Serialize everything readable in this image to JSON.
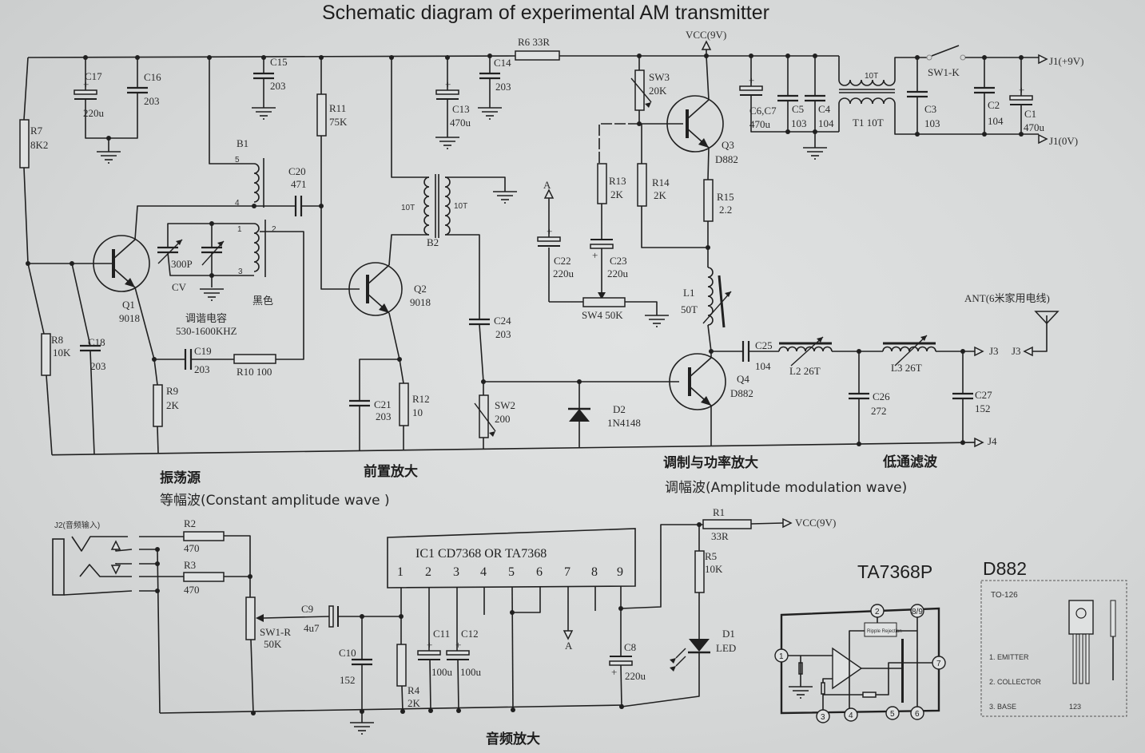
{
  "title": "Schematic diagram of experimental AM transmitter",
  "sections": {
    "oscillator": "振荡源",
    "constant_wave": "等幅波(Constant amplitude wave )",
    "preamp": "前置放大",
    "modulation": "调制与功率放大",
    "am_wave": "调幅波(Amplitude modulation wave)",
    "lowpass": "低通滤波",
    "audio_amp": "音频放大"
  },
  "components": {
    "R7": {
      "ref": "R7",
      "value": "8K2"
    },
    "C17": {
      "ref": "C17",
      "value": "220u"
    },
    "C16": {
      "ref": "C16",
      "value": "203"
    },
    "C15": {
      "ref": "C15",
      "value": "203"
    },
    "R11": {
      "ref": "R11",
      "value": "75K"
    },
    "B1": {
      "ref": "B1",
      "pin5": "5",
      "pin4": "4"
    },
    "C20": {
      "ref": "C20",
      "value": "471"
    },
    "CV": {
      "ref": "CV",
      "value": "300P",
      "note": "调谐电容",
      "range": "530-1600KHZ"
    },
    "OSC_COIL": {
      "pin1": "1",
      "pin2": "2",
      "pin3": "3",
      "color": "黑色"
    },
    "Q1": {
      "ref": "Q1",
      "value": "9018"
    },
    "R8": {
      "ref": "R8",
      "value": "10K"
    },
    "C18": {
      "ref": "C18",
      "value": "203"
    },
    "C19": {
      "ref": "C19",
      "value": "203"
    },
    "R10": {
      "ref": "R10 100"
    },
    "R9": {
      "ref": "R9",
      "value": "2K"
    },
    "C13": {
      "ref": "C13",
      "value": "470u"
    },
    "C14": {
      "ref": "C14",
      "value": "203"
    },
    "R6": {
      "ref": "R6  33R"
    },
    "B2": {
      "ref": "B2",
      "primary": "10T",
      "secondary": "10T"
    },
    "Q2": {
      "ref": "Q2",
      "value": "9018"
    },
    "C24": {
      "ref": "C24",
      "value": "203"
    },
    "C21": {
      "ref": "C21",
      "value": "203"
    },
    "R12": {
      "ref": "R12",
      "value": "10"
    },
    "SW2": {
      "ref": "SW2",
      "value": "200"
    },
    "D2": {
      "ref": "D2",
      "value": "1N4148"
    },
    "A_top": {
      "ref": "A"
    },
    "C22": {
      "ref": "C22",
      "value": "220u"
    },
    "C23": {
      "ref": "C23",
      "value": "220u"
    },
    "SW4": {
      "ref": "SW4 50K"
    },
    "SW3": {
      "ref": "SW3",
      "value": "20K"
    },
    "R13": {
      "ref": "R13",
      "value": "2K"
    },
    "R14": {
      "ref": "R14",
      "value": "2K"
    },
    "Q3": {
      "ref": "Q3",
      "value": "D882"
    },
    "R15": {
      "ref": "R15",
      "value": "2.2"
    },
    "VCC_top": {
      "ref": "VCC(9V)"
    },
    "L1": {
      "ref": "L1",
      "value": "50T"
    },
    "C25": {
      "ref": "C25",
      "value": "104"
    },
    "L2": {
      "ref": "L2  26T"
    },
    "L3": {
      "ref": "L3  26T"
    },
    "C26": {
      "ref": "C26",
      "value": "272"
    },
    "C27": {
      "ref": "C27",
      "value": "152"
    },
    "Q4": {
      "ref": "Q4",
      "value": "D882"
    },
    "J3": {
      "ref": "J3"
    },
    "J3_ant": {
      "ref": "J3"
    },
    "J4": {
      "ref": "J4"
    },
    "ANT": {
      "ref": "ANT(6米家用电线)"
    },
    "C6C7": {
      "ref": "C6,C7",
      "value": "470u"
    },
    "C5": {
      "ref": "C5",
      "value": "103"
    },
    "C4": {
      "ref": "C4",
      "value": "104"
    },
    "T1": {
      "ref": "T1  10T",
      "top": "10T"
    },
    "C3": {
      "ref": "C3",
      "value": "103"
    },
    "SW1K": {
      "ref": "SW1-K"
    },
    "C2": {
      "ref": "C2",
      "value": "104"
    },
    "C1": {
      "ref": "C1",
      "value": "470u"
    },
    "J1": {
      "pos": "J1(+9V)",
      "neg": "J1(0V)"
    },
    "J2": {
      "ref": "J2(音频输入)"
    },
    "R2": {
      "ref": "R2",
      "value": "470"
    },
    "R3": {
      "ref": "R3",
      "value": "470"
    },
    "SW1R": {
      "ref": "SW1-R",
      "value": "50K"
    },
    "C9": {
      "ref": "C9",
      "value": "4u7"
    },
    "C10": {
      "ref": "C10",
      "value": "152"
    },
    "R4": {
      "ref": "R4",
      "value": "2K"
    },
    "IC1": {
      "label": "IC1  CD7368    OR    TA7368",
      "pins": [
        "1",
        "2",
        "3",
        "4",
        "5",
        "6",
        "7",
        "8",
        "9"
      ]
    },
    "C11": {
      "ref": "C11",
      "value": "100u"
    },
    "C12": {
      "ref": "C12",
      "value": "100u"
    },
    "A_bottom": {
      "ref": "A"
    },
    "C8": {
      "ref": "C8",
      "value": "220u"
    },
    "R1": {
      "ref": "R1",
      "value": "33R"
    },
    "R5": {
      "ref": "R5",
      "value": "10K"
    },
    "D1": {
      "ref": "D1",
      "value": "LED"
    },
    "VCC_bottom": {
      "ref": "VCC(9V)"
    }
  },
  "ta7368p": {
    "title": "TA7368P",
    "pins": [
      "1",
      "2",
      "8/9",
      "7",
      "3",
      "4",
      "5",
      "6"
    ],
    "block": "Ripple Rejection"
  },
  "d882": {
    "title": "D882",
    "package": "TO-126",
    "pin1": "1. EMITTER",
    "pin2": "2. COLLECTOR",
    "pin3": "3. BASE",
    "pin_order": "123"
  }
}
